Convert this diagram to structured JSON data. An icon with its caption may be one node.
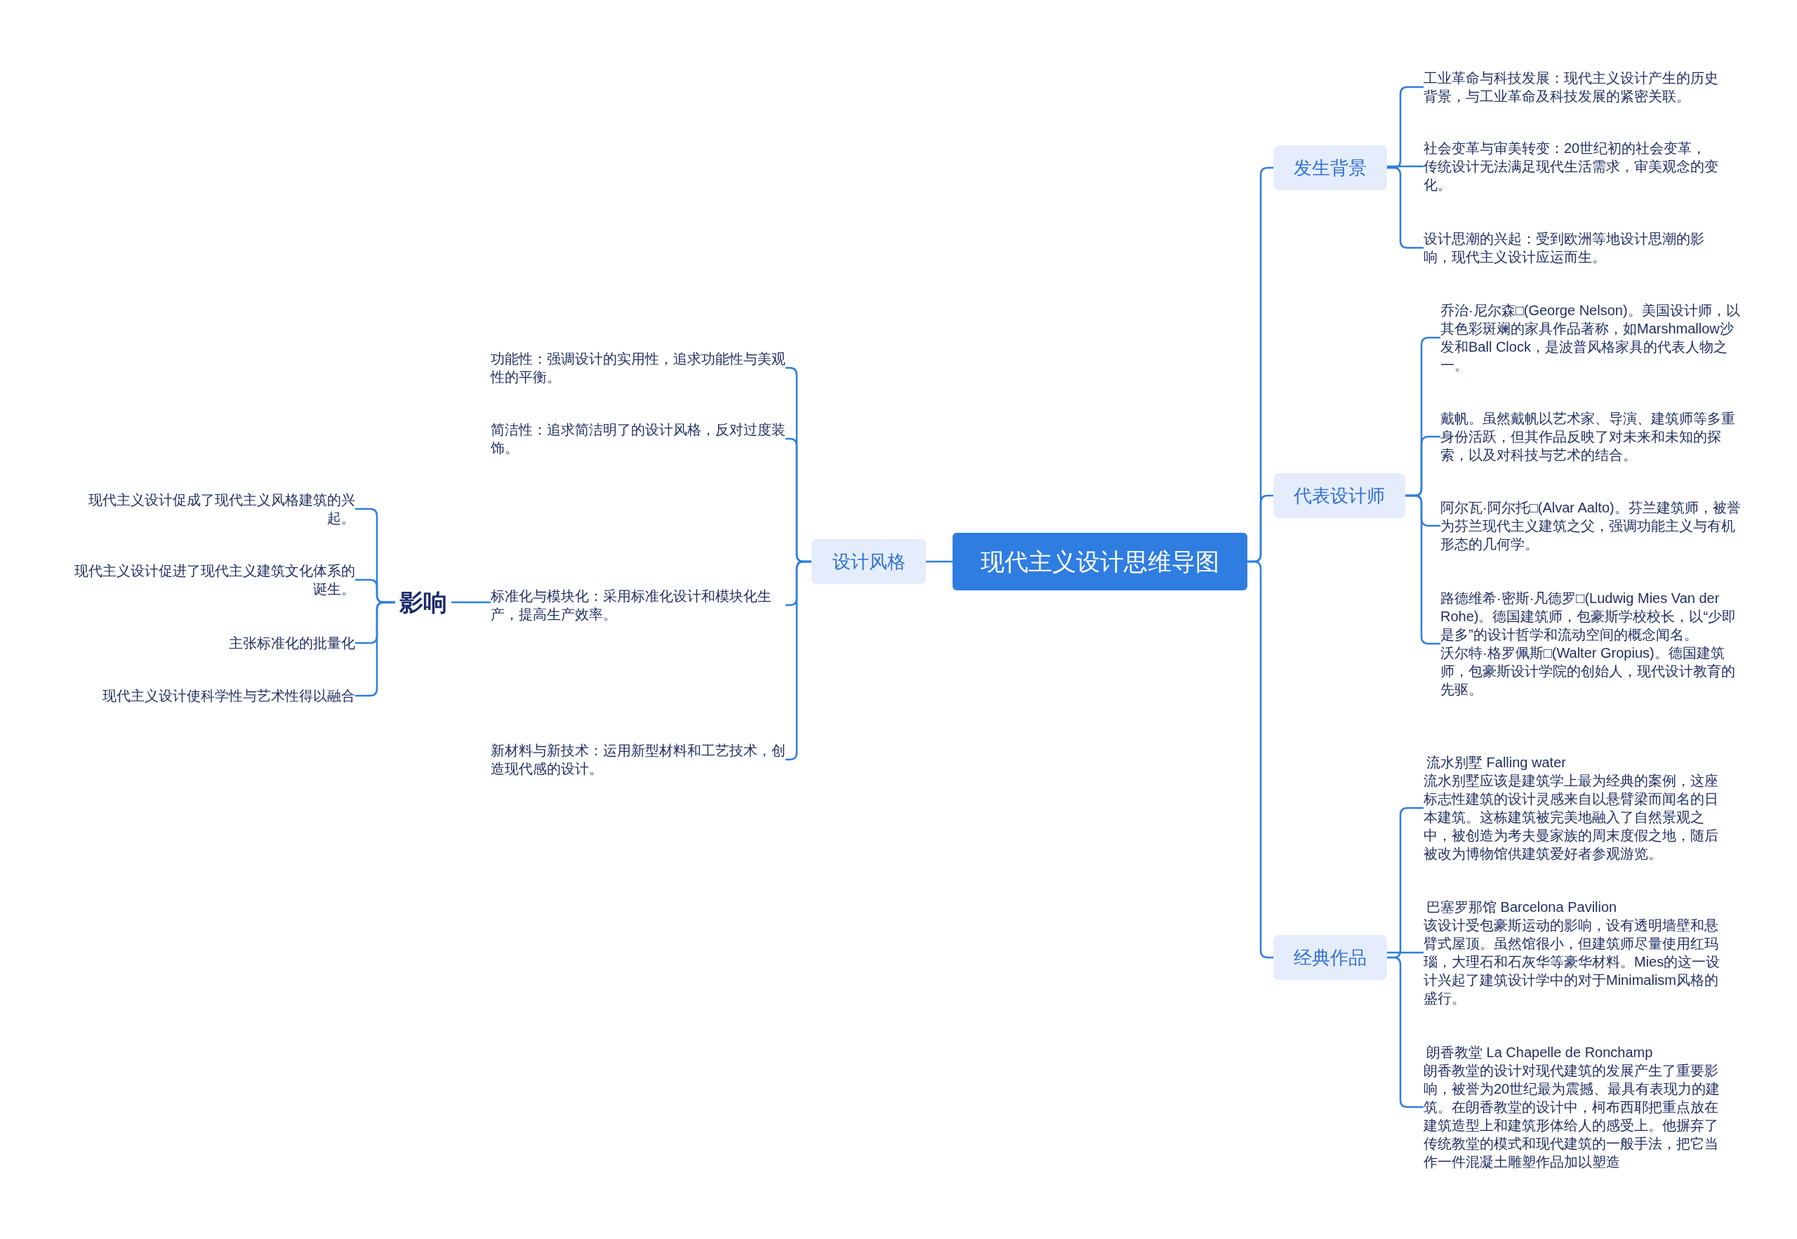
{
  "diagram": {
    "nodes": [
      {
        "text": [
          "现代主义设计思维导图"
        ]
      },
      {
        "text": [
          "设计风格"
        ]
      },
      {
        "text": [
          "功能性：强调设计的实用性，追求功能性与美观性的平衡。"
        ]
      },
      {
        "text": [
          "简洁性：追求简洁明了的设计风格，反对过度装饰。"
        ]
      },
      {
        "text": [
          "标准化与模块化：采用标准化设计和模块化生产，提高生产效率。"
        ]
      },
      {
        "text": [
          "新材料与新技术：运用新型材料和工艺技术，创造现代感的设计。"
        ]
      },
      {
        "text": [
          "影响"
        ]
      },
      {
        "text": [
          "现代主义设计促成了现代主义风格建筑的兴起。"
        ]
      },
      {
        "text": [
          "现代主义设计促进了现代主义建筑文化体系的诞生。"
        ]
      },
      {
        "text": [
          "主张标准化的批量化"
        ]
      },
      {
        "text": [
          "现代主义设计使科学性与艺术性得以融合"
        ]
      },
      {
        "text": [
          "发生背景"
        ]
      },
      {
        "text": [
          "工业革命与科技发展：现代主义设计产生的历史背景，与工业革命及科技发展的紧密关联。"
        ]
      },
      {
        "text": [
          "社会变革与审美转变：20世纪初的社会变革，传统设计无法满足现代生活需求，审美观念的变化。"
        ]
      },
      {
        "text": [
          "设计思潮的兴起：受到欧洲等地设计思潮的影响，现代主义设计应运而生。"
        ]
      },
      {
        "text": [
          "代表设计师"
        ]
      },
      {
        "text": [
          "乔治·尼尔森□(George Nelson)。美国设计师，以其色彩斑斓的家具作品著称，如Marshmallow沙发和Ball Clock，是波普风格家具的代表人物之一。"
        ]
      },
      {
        "text": [
          "戴帆。虽然戴帆以艺术家、导演、建筑师等多重身份活跃，但其作品反映了对未来和未知的探索，以及对科技与艺术的结合。"
        ]
      },
      {
        "text": [
          "阿尔瓦·阿尔托□(Alvar Aalto)。芬兰建筑师，被誉为芬兰现代主义建筑之父，强调功能主义与有机形态的几何学。"
        ]
      },
      {
        "text": [
          "路德维希·密斯·凡德罗□(Ludwig Mies Van der Rohe)。德国建筑师，包豪斯学校校长，以“少即是多”的设计哲学和流动空间的概念闻名。",
          "沃尔特·格罗佩斯□(Walter Gropius)。德国建筑师，包豪斯设计学院的创始人，现代设计教育的先驱。"
        ]
      },
      {
        "text": [
          "经典作品"
        ]
      },
      {
        "text": [
          "流水别墅 Falling water",
          "流水别墅应该是建筑学上最为经典的案例，这座标志性建筑的设计灵感来自以悬臂梁而闻名的日本建筑。这栋建筑被完美地融入了自然景观之中，被创造为考夫曼家族的周末度假之地，随后被改为博物馆供建筑爱好者参观游览。"
        ]
      },
      {
        "text": [
          "巴塞罗那馆 Barcelona Pavilion",
          "该设计受包豪斯运动的影响，设有透明墙壁和悬臂式屋顶。虽然馆很小，但建筑师尽量使用红玛瑙，大理石和石灰华等豪华材料。Mies的这一设计兴起了建筑设计学中的对于Minimalism风格的盛行。"
        ]
      },
      {
        "text": [
          "朗香教堂 La Chapelle de Ronchamp",
          "朗香教堂的设计对现代建筑的发展产生了重要影响，被誉为20世纪最为震撼、最具有表现力的建筑。在朗香教堂的设计中，柯布西耶把重点放在建筑造型上和建筑形体给人的感受上。他摒弃了传统教堂的模式和现代建筑的一般手法，把它当作一件混凝土雕塑作品加以塑造"
        ]
      }
    ],
    "edges": [
      {
        "from": 0,
        "to": 1,
        "arrow": "none"
      },
      {
        "from": 1,
        "to": 2,
        "arrow": "none"
      },
      {
        "from": 1,
        "to": 3,
        "arrow": "none"
      },
      {
        "from": 1,
        "to": 4,
        "arrow": "none"
      },
      {
        "from": 1,
        "to": 5,
        "arrow": "none"
      },
      {
        "from": 4,
        "to": 6,
        "arrow": "none"
      },
      {
        "from": 6,
        "to": 7,
        "arrow": "none"
      },
      {
        "from": 6,
        "to": 8,
        "arrow": "none"
      },
      {
        "from": 6,
        "to": 9,
        "arrow": "none"
      },
      {
        "from": 6,
        "to": 10,
        "arrow": "none"
      },
      {
        "from": 0,
        "to": 11,
        "arrow": "none"
      },
      {
        "from": 11,
        "to": 12,
        "arrow": "none"
      },
      {
        "from": 11,
        "to": 13,
        "arrow": "none"
      },
      {
        "from": 11,
        "to": 14,
        "arrow": "none"
      },
      {
        "from": 0,
        "to": 15,
        "arrow": "none"
      },
      {
        "from": 15,
        "to": 16,
        "arrow": "none"
      },
      {
        "from": 15,
        "to": 17,
        "arrow": "none"
      },
      {
        "from": 15,
        "to": 18,
        "arrow": "none"
      },
      {
        "from": 15,
        "to": 19,
        "arrow": "none"
      },
      {
        "from": 0,
        "to": 20,
        "arrow": "none"
      },
      {
        "from": 20,
        "to": 21,
        "arrow": "none"
      },
      {
        "from": 20,
        "to": 22,
        "arrow": "none"
      },
      {
        "from": 20,
        "to": 23,
        "arrow": "none"
      }
    ]
  }
}
